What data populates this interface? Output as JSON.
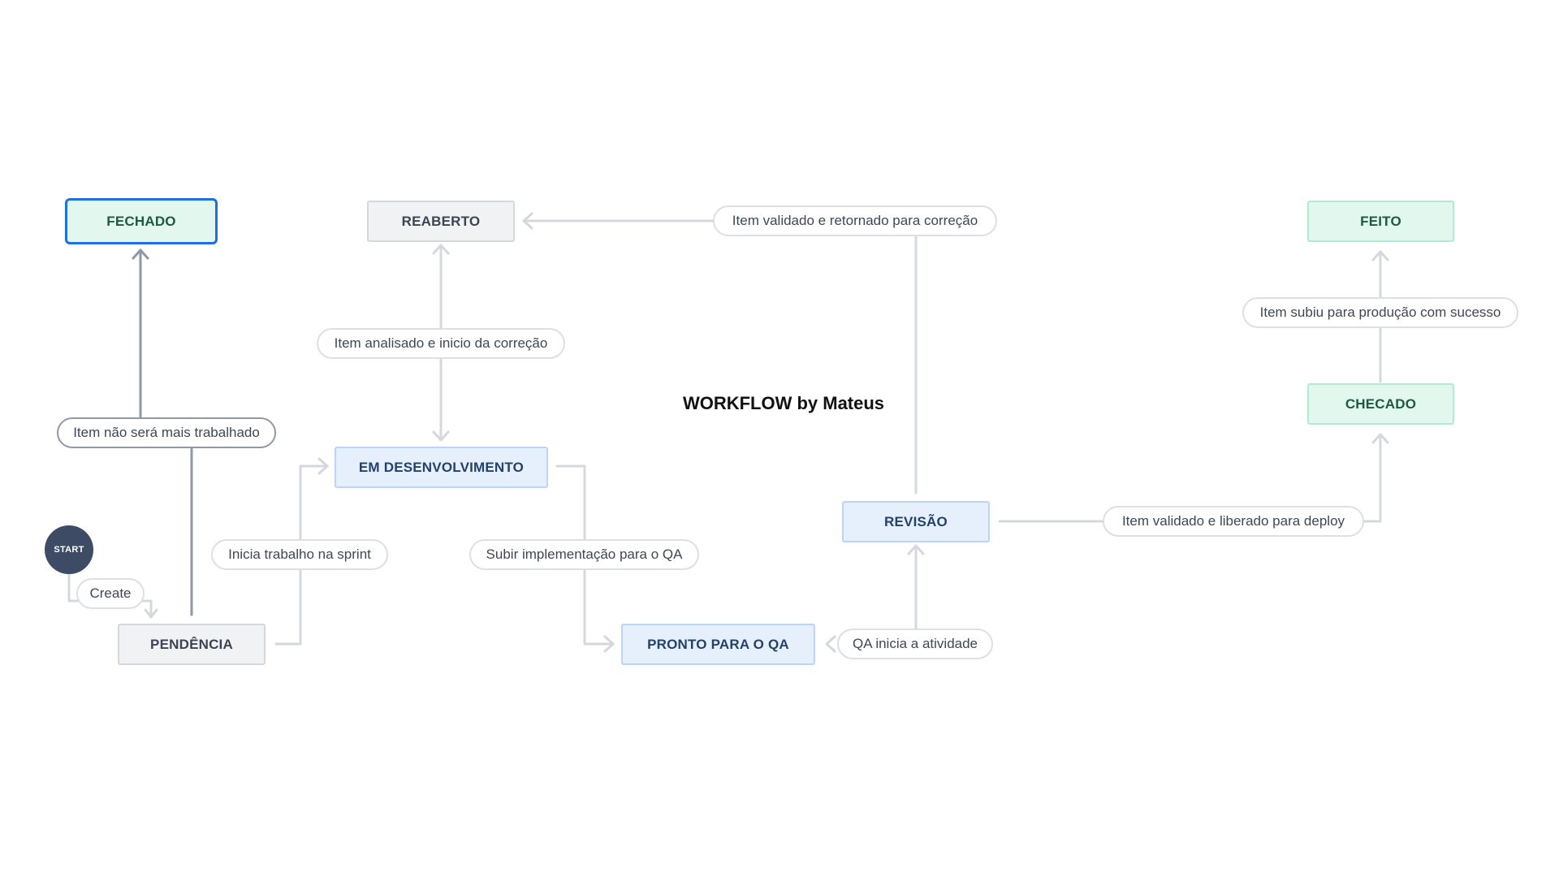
{
  "diagram": {
    "title": "WORKFLOW by Mateus",
    "start_label": "START",
    "statuses": {
      "fechado": "FECHADO",
      "reaberto": "REABERTO",
      "feito": "FEITO",
      "checado": "CHECADO",
      "em_desenvolvimento": "EM DESENVOLVIMENTO",
      "revisao": "REVISÃO",
      "pendencia": "PENDÊNCIA",
      "pronto_para_qa": "PRONTO PARA O QA"
    },
    "transitions": {
      "create": "Create",
      "nao_sera_trabalhado": "Item não será mais trabalhado",
      "inicia_trabalho": "Inicia trabalho na sprint",
      "analisado_inicio_correcao": "Item analisado e inicio da correção",
      "validado_retornado_correcao": "Item validado e retornado para correção",
      "subir_implementacao_qa": "Subir implementação para o QA",
      "qa_inicia_atividade": "QA inicia a atividade",
      "validado_liberado_deploy": "Item validado e liberado para deploy",
      "subiu_producao": "Item subiu para produção com sucesso"
    },
    "colors": {
      "connector": "#d4d8de",
      "connector_strong": "#8f98a8",
      "selected_border": "#1f6fe0",
      "start_fill": "#3e4b65"
    }
  }
}
